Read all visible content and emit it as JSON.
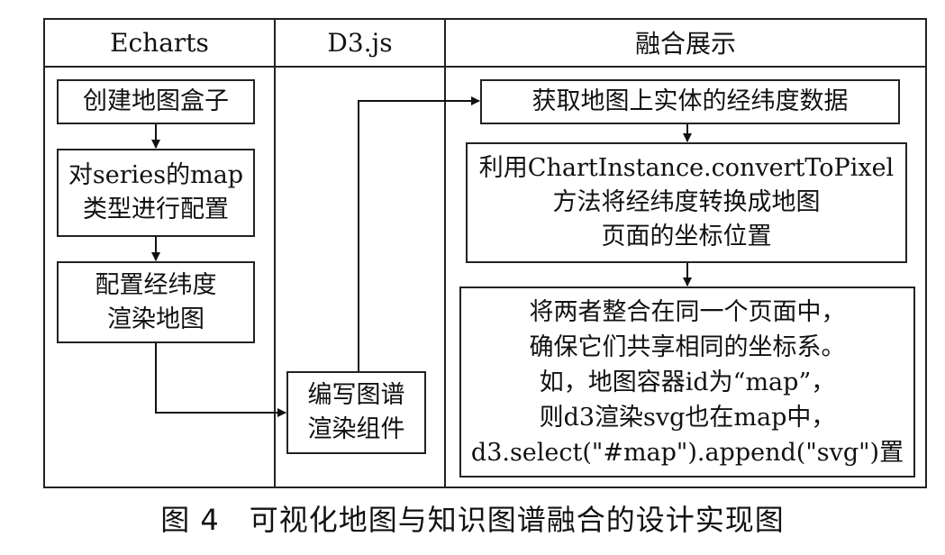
{
  "columns": {
    "echarts": "Echarts",
    "d3": "D3.js",
    "fusion": "融合展示"
  },
  "echarts_steps": {
    "create_box": "创建地图盒子",
    "config_series_line1": "对series的map",
    "config_series_line2": "类型进行配置",
    "config_latlng_line1": "配置经纬度",
    "config_latlng_line2": "渲染地图"
  },
  "d3_steps": {
    "write_graph_line1": "编写图谱",
    "write_graph_line2": "渲染组件"
  },
  "fusion_steps": {
    "get_latlng": "获取地图上实体的经纬度数据",
    "convert_line1": "利用ChartInstance.convertToPixel",
    "convert_line2": "方法将经纬度转换成地图",
    "convert_line3": "页面的坐标位置",
    "merge_line1": "将两者整合在同一个页面中，",
    "merge_line2": "确保它们共享相同的坐标系。",
    "merge_line3": "如，地图容器id为“map”，",
    "merge_line4": "则d3渲染svg也在map中，",
    "merge_line5": "d3.select(\"#map\").append(\"svg\")置"
  },
  "caption": "图 4　可视化地图与知识图谱融合的设计实现图"
}
